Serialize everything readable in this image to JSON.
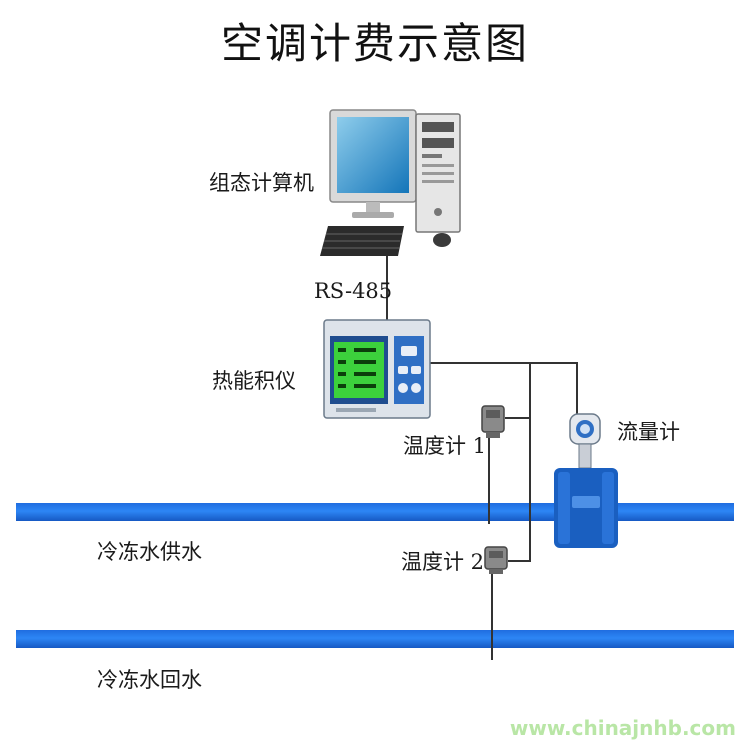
{
  "title": "空调计费示意图",
  "labels": {
    "computer": "组态计算机",
    "rs485": "RS-485",
    "calculator": "热能积仪",
    "temp1": "温度计 1",
    "temp2": "温度计 2",
    "flowmeter": "流量计",
    "supply": "冷冻水供水",
    "return": "冷冻水回水"
  },
  "watermark": "www.chinajnhb.com",
  "colors": {
    "pipe": "#2d86f5",
    "screen": "#1e9bd8",
    "lcd": "#3cd13c",
    "panel": "#2f6fc4",
    "flowmeter": "#1a5fc0",
    "watermark": "#b9e6a6"
  }
}
